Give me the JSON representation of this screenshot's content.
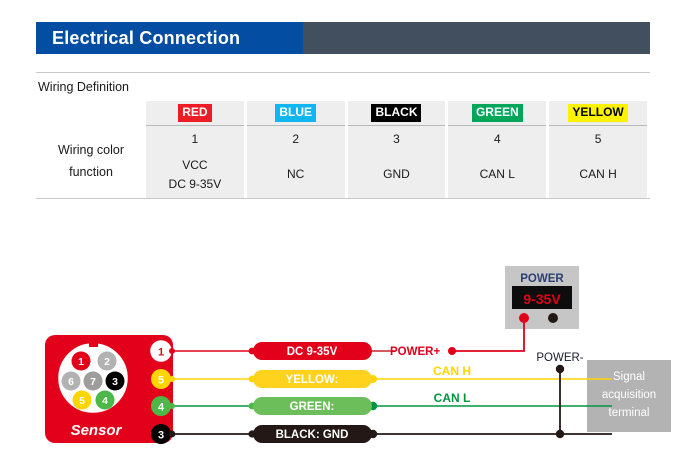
{
  "header": {
    "title": "Electrical Connection"
  },
  "wiring": {
    "caption": "Wiring Definition",
    "row_labels": [
      "Wiring color function"
    ],
    "label_line1": "Wiring color",
    "label_line2": "function",
    "colors": [
      "RED",
      "BLUE",
      "BLACK",
      "GREEN",
      "YELLOW"
    ],
    "numbers": [
      "1",
      "2",
      "3",
      "4",
      "5"
    ],
    "functions": [
      {
        "line1": "VCC",
        "line2": "DC 9-35V"
      },
      {
        "line1": "NC",
        "line2": ""
      },
      {
        "line1": "GND",
        "line2": ""
      },
      {
        "line1": "CAN L",
        "line2": ""
      },
      {
        "line1": "CAN H",
        "line2": ""
      }
    ]
  },
  "diagram": {
    "sensor": {
      "label": "Sensor",
      "pins": [
        {
          "number": "1",
          "color": "#e2001a"
        },
        {
          "number": "2",
          "color": "#b2b2b2"
        },
        {
          "number": "6",
          "color": "#b2b2b2"
        },
        {
          "number": "7",
          "color": "#9d9d9c"
        },
        {
          "number": "3",
          "color": "#000000"
        },
        {
          "number": "5",
          "color": "#ffd500"
        },
        {
          "number": "4",
          "color": "#4cb848"
        }
      ],
      "terminals": [
        {
          "number": "1",
          "color": "#ffffff",
          "text_color": "#e2001a"
        },
        {
          "number": "5",
          "color": "#ffd500",
          "text_color": "#ffffff"
        },
        {
          "number": "4",
          "color": "#4cb848",
          "text_color": "#ffffff"
        },
        {
          "number": "3",
          "color": "#000000",
          "text_color": "#ffffff"
        }
      ]
    },
    "wire_labels": [
      {
        "text": "DC 9-35V",
        "fill": "#e2001a",
        "text_color": "#ffffff"
      },
      {
        "text": "YELLOW:",
        "fill": "#ffd21e",
        "text_color": "#ffffff"
      },
      {
        "text": "GREEN:",
        "fill": "#6cbe5a",
        "text_color": "#ffffff"
      },
      {
        "text": "BLACK: GND",
        "fill": "#231815",
        "text_color": "#ffffff"
      }
    ],
    "annotations": {
      "power_plus": "POWER+",
      "power_minus": "POWER-",
      "can_h": "CAN H",
      "can_l": "CAN L"
    },
    "power_module": {
      "title": "POWER",
      "display_value": "9-35V"
    },
    "signal_terminal": {
      "line1": "Signal",
      "line2": "acquisition",
      "line3": "terminal"
    }
  },
  "colors": {
    "brand_blue": "#034ea2",
    "slate": "#414f5e",
    "red": "#e2001a",
    "yellow": "#ffd500",
    "green": "#009640",
    "black": "#231815"
  }
}
